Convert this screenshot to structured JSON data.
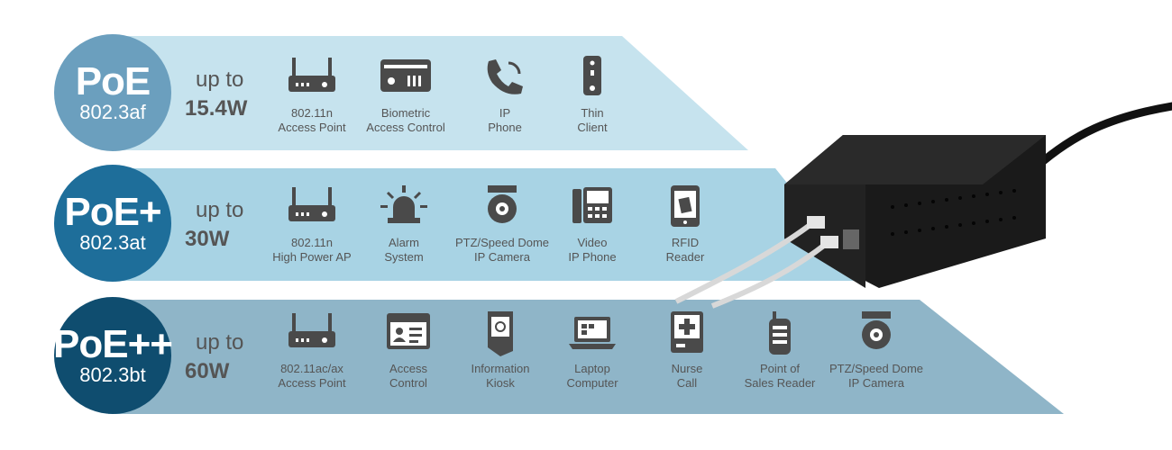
{
  "colors": {
    "row1_band": "#c6e3ee",
    "row1_circle": "#6b9fbe",
    "row2_band": "#a8d3e4",
    "row2_circle": "#1e6e9a",
    "row3_band": "#8fb5c8",
    "row3_circle": "#0f4d6f",
    "icon": "#4a4a4a"
  },
  "tiers": [
    {
      "standard": "PoE",
      "ieee": "802.3af",
      "up_to": "up to",
      "power": "15.4W",
      "devices": [
        {
          "icon": "router-icon",
          "line1": "802.11n",
          "line2": "Access Point"
        },
        {
          "icon": "biometric-icon",
          "line1": "Biometric",
          "line2": "Access Control"
        },
        {
          "icon": "phone-icon",
          "line1": "IP",
          "line2": "Phone"
        },
        {
          "icon": "thin-client-icon",
          "line1": "Thin",
          "line2": "Client"
        }
      ]
    },
    {
      "standard": "PoE+",
      "ieee": "802.3at",
      "up_to": "up to",
      "power": "30W",
      "devices": [
        {
          "icon": "router-icon",
          "line1": "802.11n",
          "line2": "High Power AP"
        },
        {
          "icon": "alarm-icon",
          "line1": "Alarm",
          "line2": "System"
        },
        {
          "icon": "dome-camera-icon",
          "line1": "PTZ/Speed Dome",
          "line2": "IP Camera"
        },
        {
          "icon": "video-phone-icon",
          "line1": "Video",
          "line2": "IP Phone"
        },
        {
          "icon": "rfid-reader-icon",
          "line1": "RFID",
          "line2": "Reader"
        }
      ]
    },
    {
      "standard": "PoE++",
      "ieee": "802.3bt",
      "up_to": "up to",
      "power": "60W",
      "devices": [
        {
          "icon": "router-icon",
          "line1": "802.11ac/ax",
          "line2": "Access Point"
        },
        {
          "icon": "access-card-icon",
          "line1": "Access",
          "line2": "Control"
        },
        {
          "icon": "kiosk-icon",
          "line1": "Information",
          "line2": "Kiosk"
        },
        {
          "icon": "laptop-icon",
          "line1": "Laptop",
          "line2": "Computer"
        },
        {
          "icon": "nurse-call-icon",
          "line1": "Nurse",
          "line2": "Call"
        },
        {
          "icon": "pos-reader-icon",
          "line1": "Point of",
          "line2": "Sales Reader"
        },
        {
          "icon": "dome-camera-icon",
          "line1": "PTZ/Speed Dome",
          "line2": "IP Camera"
        }
      ]
    }
  ]
}
